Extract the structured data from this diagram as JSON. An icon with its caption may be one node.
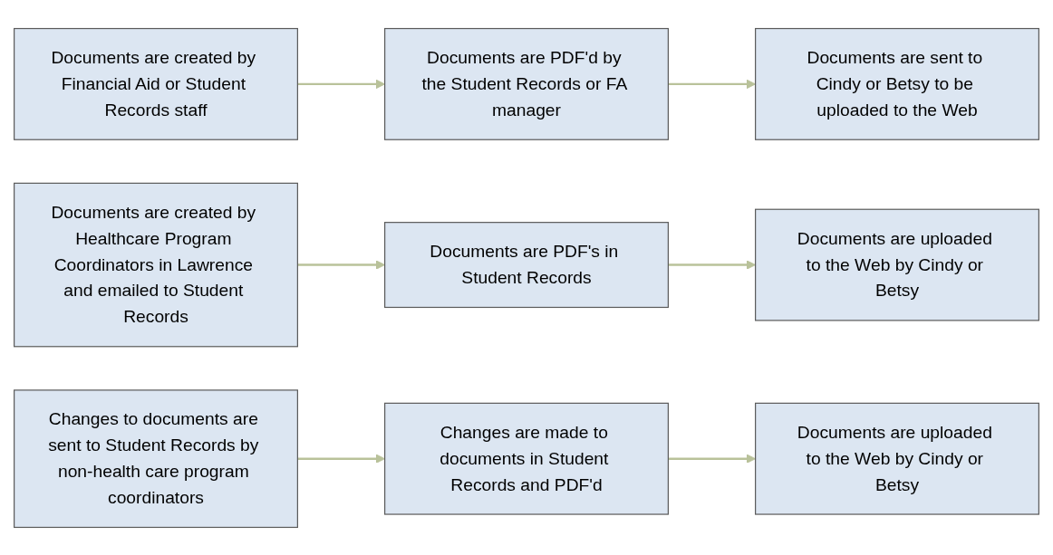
{
  "diagram": {
    "nodes": [
      {
        "text": [
          "Documents are created by Financial Aid or Student Records staff"
        ]
      },
      {
        "text": [
          "Documents are PDF'd by the Student Records or FA manager"
        ]
      },
      {
        "text": [
          "Documents are sent to Cindy or Betsy to be uploaded to the Web"
        ]
      },
      {
        "text": [
          "Documents are created by Healthcare Program Coordinators in Lawrence and emailed to Student Records"
        ]
      },
      {
        "text": [
          "Documents are PDF's in Student Records"
        ]
      },
      {
        "text": [
          "Documents are uploaded to the Web by Cindy or Betsy"
        ]
      },
      {
        "text": [
          "Changes to documents are sent to Student Records by non-health care program coordinators"
        ]
      },
      {
        "text": [
          "Changes are made to documents in Student Records and PDF'd"
        ]
      },
      {
        "text": [
          "Documents are uploaded to the Web by Cindy or Betsy"
        ]
      }
    ],
    "edges": [
      {
        "from": 0,
        "to": 1,
        "arrow": "to"
      },
      {
        "from": 1,
        "to": 2,
        "arrow": "to"
      },
      {
        "from": 3,
        "to": 4,
        "arrow": "to"
      },
      {
        "from": 4,
        "to": 5,
        "arrow": "to"
      },
      {
        "from": 6,
        "to": 7,
        "arrow": "to"
      },
      {
        "from": 7,
        "to": 8,
        "arrow": "to"
      }
    ]
  }
}
